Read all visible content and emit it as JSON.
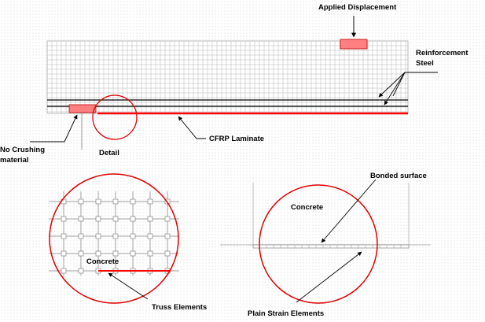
{
  "labels": {
    "applied_displacement": "Applied Displacement",
    "reinforcement_line1": "Reinforcement",
    "reinforcement_line2": "Steel",
    "cfrp_laminate": "CFRP Laminate",
    "no_crushing_line1": "No Crushing",
    "no_crushing_line2": "material",
    "detail": "Detail",
    "concrete_left": "Concrete",
    "truss_elements": "Truss Elements",
    "bonded_surface": "Bonded surface",
    "concrete_right": "Concrete",
    "plain_strain_elements": "Plain Strain Elements"
  },
  "colors": {
    "cfrp": "#ff0000",
    "detail_circle": "#e00000",
    "pad_fill": "#ff8080",
    "pad_stroke": "#c00000",
    "mesh": "#a8a8a8",
    "steel": "#000000"
  }
}
